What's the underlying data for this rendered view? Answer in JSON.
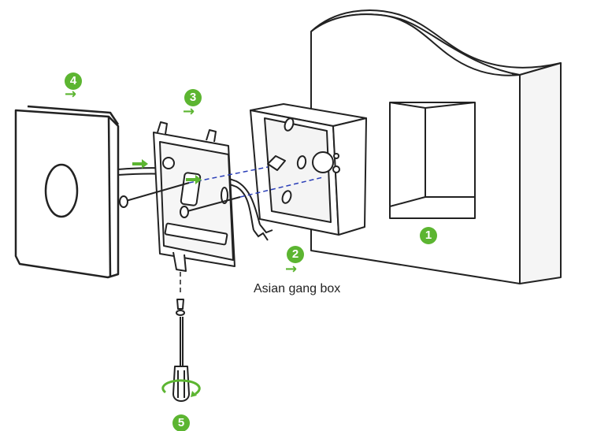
{
  "caption": "Asian gang box",
  "steps": [
    "1",
    "2",
    "3",
    "4",
    "5"
  ],
  "arrow_glyph": "→",
  "colors": {
    "accent": "#5cb531",
    "line": "#222222",
    "guide": "#2b3fb8",
    "fill": "#ffffff",
    "shade": "#f2f2f2"
  },
  "icons": {
    "arrow": "right-arrow-icon",
    "rotate": "rotate-icon"
  }
}
